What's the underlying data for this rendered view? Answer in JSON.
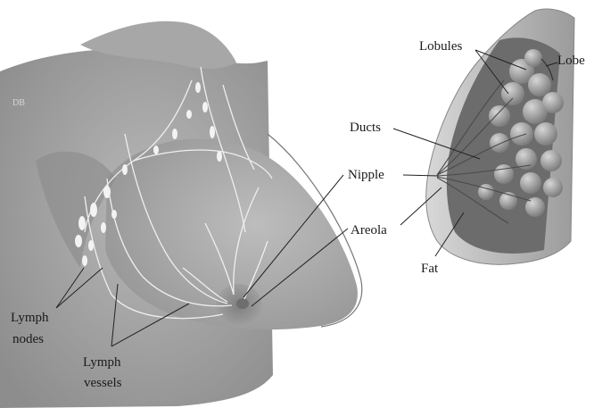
{
  "diagram": {
    "labels": {
      "lobules": "Lobules",
      "lobe": "Lobe",
      "ducts": "Ducts",
      "nipple": "Nipple",
      "areola": "Areola",
      "fat": "Fat",
      "lymph_nodes_line1": "Lymph",
      "lymph_nodes_line2": "nodes",
      "lymph_vessels_line1": "Lymph",
      "lymph_vessels_line2": "vessels"
    },
    "colors": {
      "skin": "#9a9a9a",
      "skin_light": "#b4b4b4",
      "lymph": "#f2f2f2",
      "gland": "#8a8a8a",
      "fat": "#6f6f6f"
    }
  }
}
